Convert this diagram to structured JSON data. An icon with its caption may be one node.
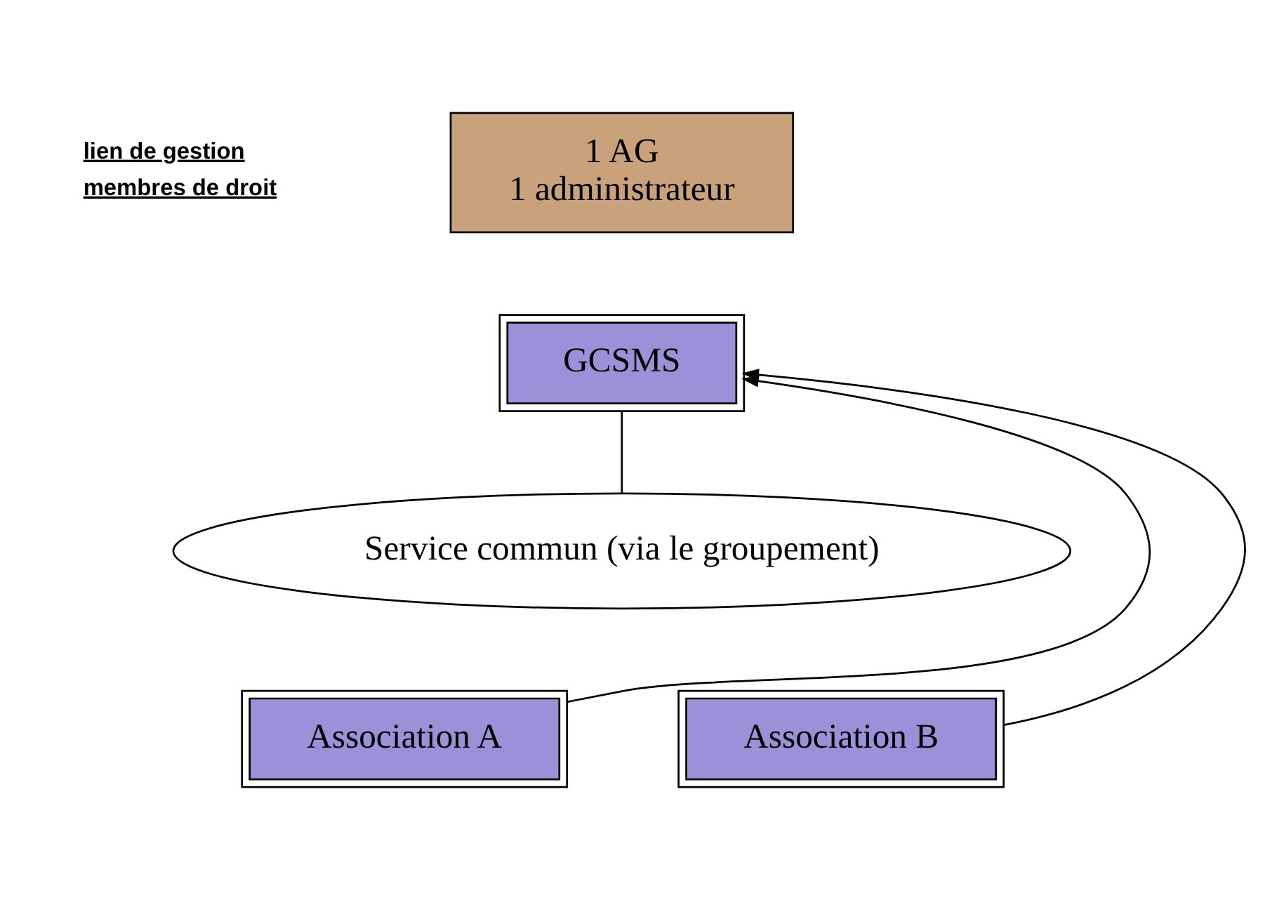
{
  "diagram": {
    "nodes": [
      {
        "text": [
          "1 AG",
          "1 administrateur"
        ]
      },
      {
        "text": [
          "GCSMS"
        ]
      },
      {
        "text": [
          "Service commun (via le groupement)"
        ]
      },
      {
        "text": [
          "Association A"
        ]
      },
      {
        "text": [
          "Association B"
        ]
      }
    ],
    "edges": [
      {
        "from": 1,
        "to": 2,
        "arrow": "none"
      },
      {
        "from": 3,
        "to": 1,
        "arrow": "to"
      },
      {
        "from": 4,
        "to": 1,
        "arrow": "to"
      }
    ],
    "legend": [
      {
        "text": "lien de gestion"
      },
      {
        "text": "membres de droit"
      }
    ]
  }
}
